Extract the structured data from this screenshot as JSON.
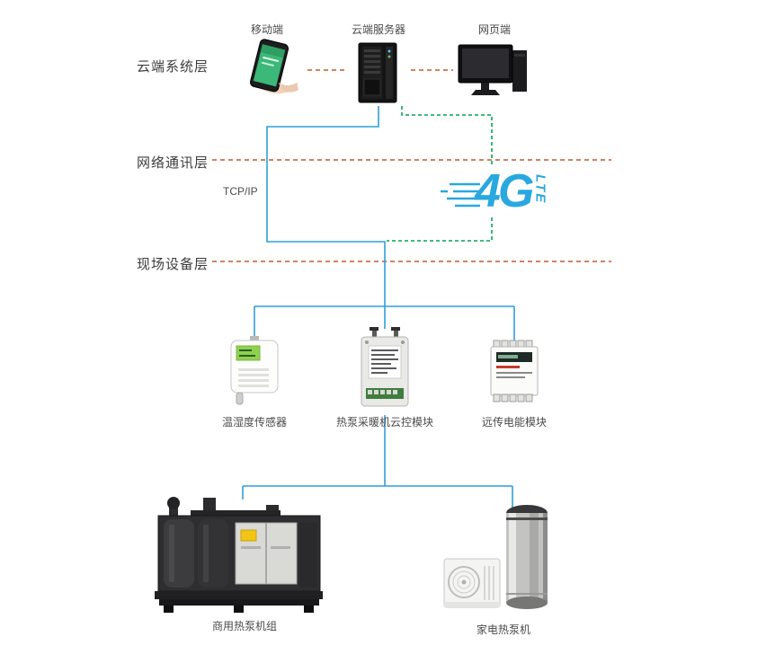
{
  "colors": {
    "layer_line": "#c05a2e",
    "blue_line": "#2f9fd6",
    "green_line": "#00a651",
    "logo_blue": "#29a8df"
  },
  "layers": {
    "cloud": "云端系统层",
    "network": "网络通讯层",
    "field": "现场设备层"
  },
  "cloud_devices": {
    "mobile": "移动端",
    "server": "云端服务器",
    "web": "网页端"
  },
  "network": {
    "protocol": "TCP/IP",
    "logo_main": "4G",
    "logo_sub": "LTE"
  },
  "field_devices": {
    "sensor": "温湿度传感器",
    "controller": "热泵采暖机云控模块",
    "meter": "远传电能模块"
  },
  "equipment": {
    "commercial": "商用热泵机组",
    "home": "家电热泵机"
  }
}
